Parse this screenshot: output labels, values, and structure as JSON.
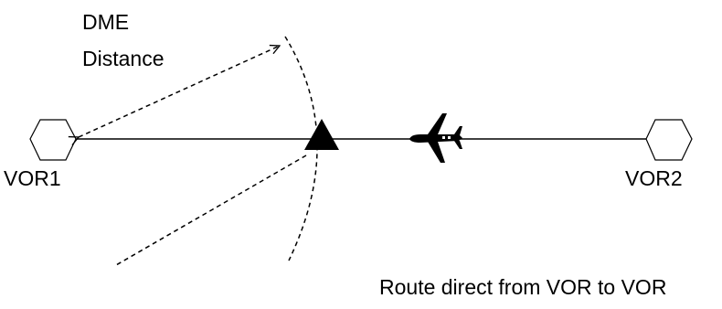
{
  "labels": {
    "dme_line1": "DME",
    "dme_line2": "Distance",
    "vor1": "VOR1",
    "vor2": "VOR2",
    "caption": "Route direct from VOR to VOR"
  },
  "colors": {
    "ink": "#000000",
    "background": "#ffffff"
  },
  "icons": {
    "station_1": "hexagon-icon",
    "station_2": "hexagon-icon",
    "position_marker": "triangle-icon",
    "aircraft": "airplane-icon"
  }
}
